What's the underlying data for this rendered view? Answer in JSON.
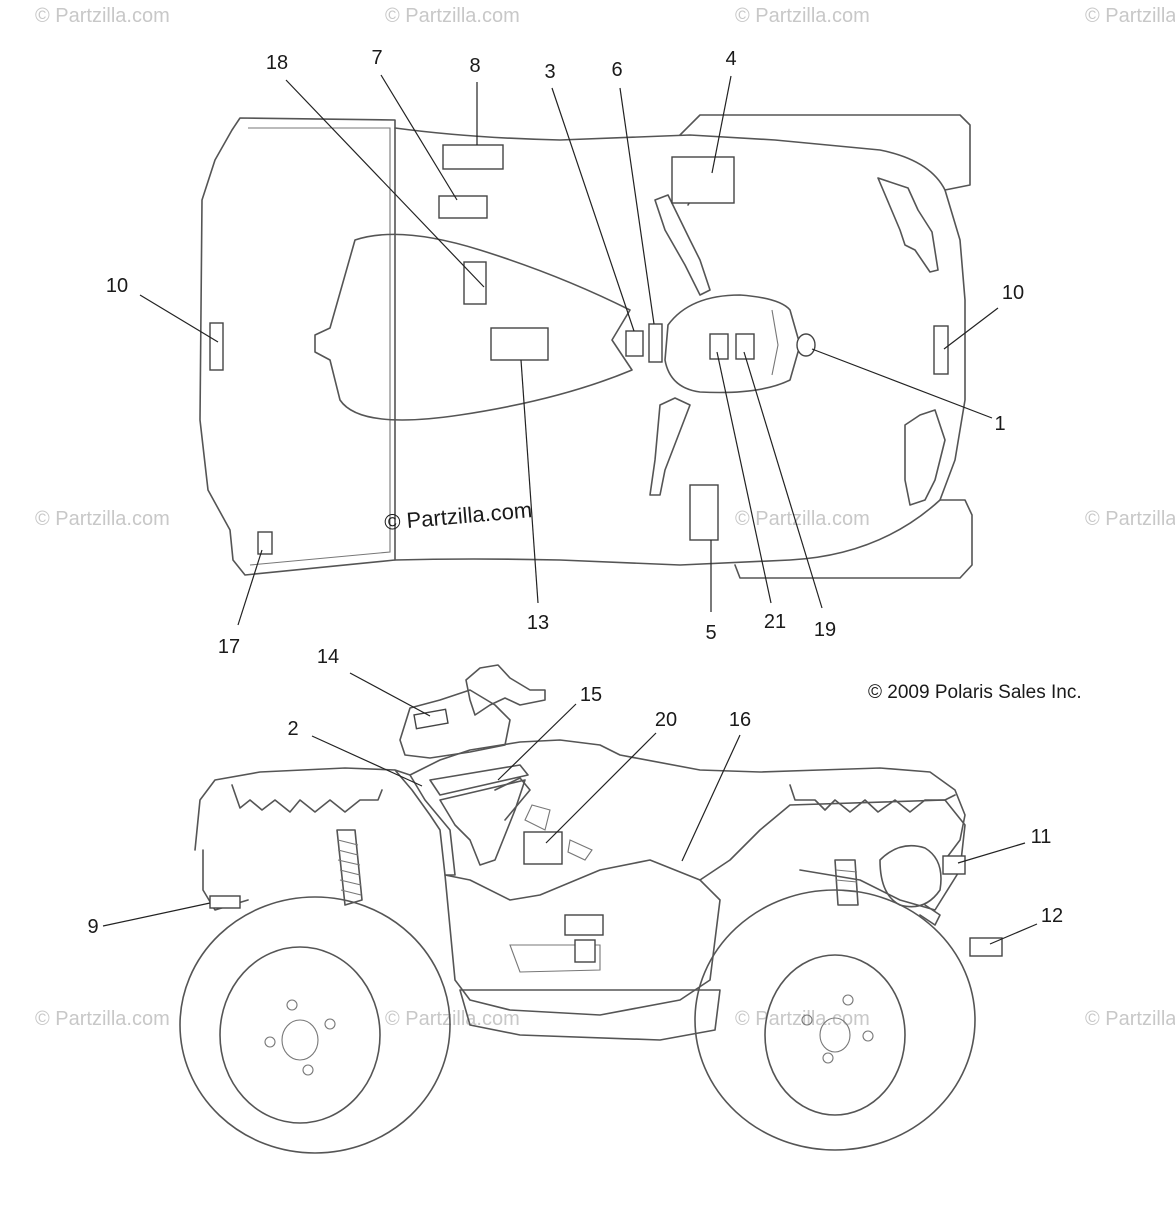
{
  "watermark": "© Partzilla.com",
  "center_watermark": "© Partzilla.com",
  "copyright": "© 2009 Polaris Sales Inc.",
  "top_view_callouts": [
    "18",
    "7",
    "8",
    "3",
    "6",
    "4",
    "10",
    "10",
    "1",
    "17",
    "13",
    "5",
    "21",
    "19"
  ],
  "side_view_callouts": [
    "14",
    "15",
    "20",
    "16",
    "2",
    "11",
    "9",
    "12"
  ]
}
